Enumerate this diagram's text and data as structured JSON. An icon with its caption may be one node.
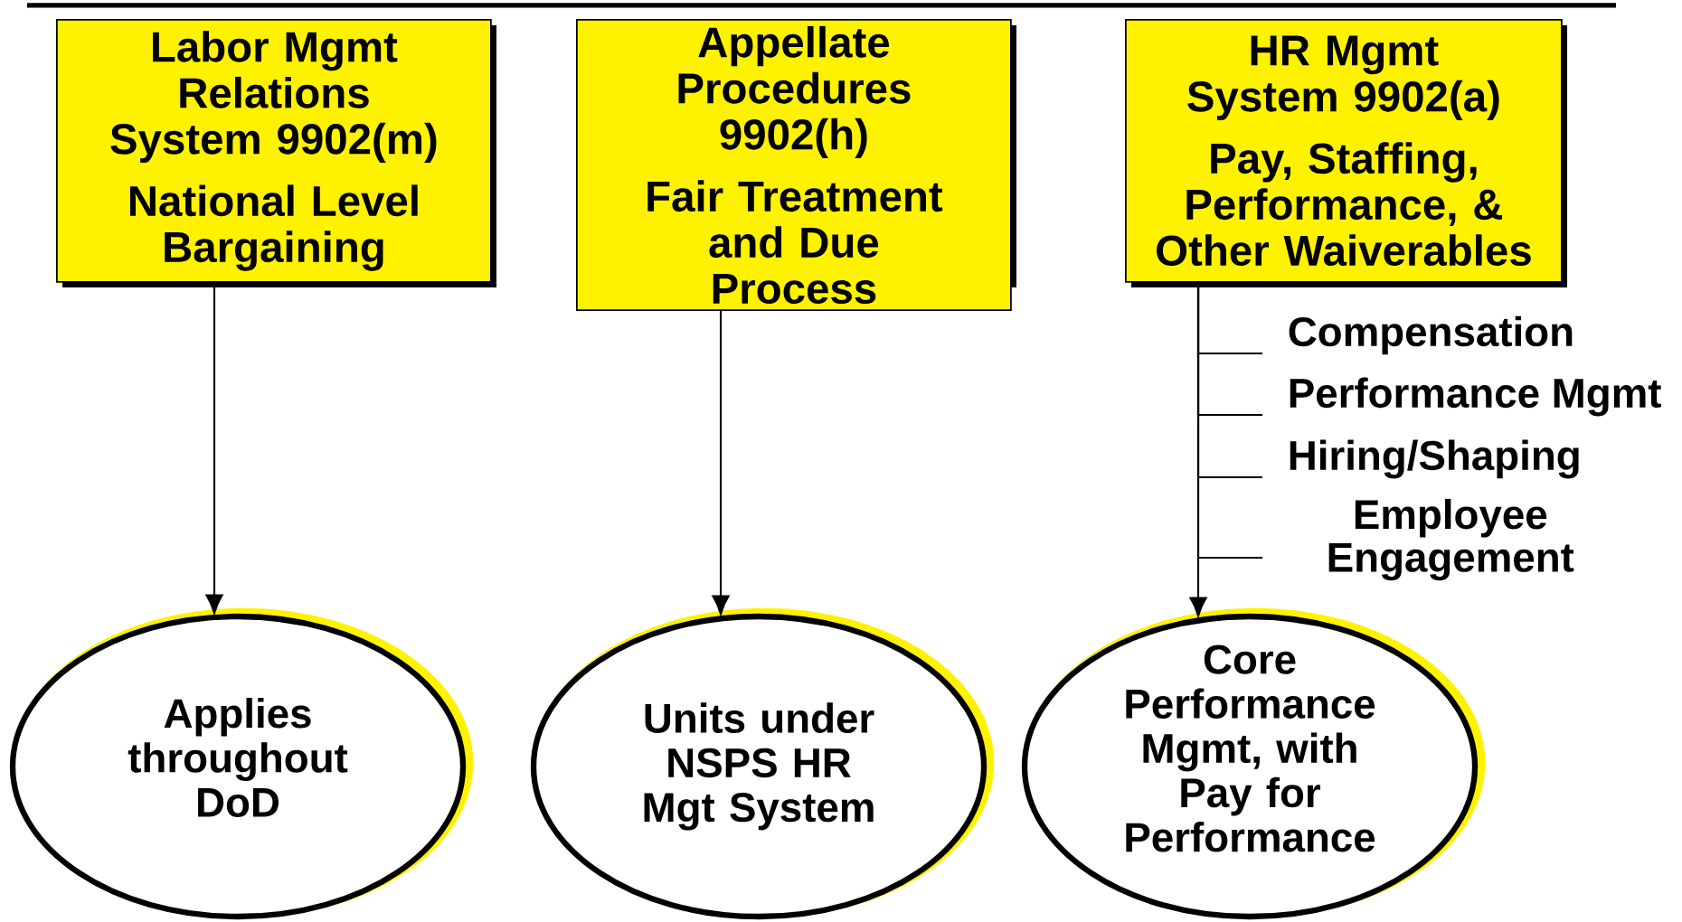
{
  "diagram": {
    "nodes": [
      {
        "text": [
          "Labor Mgmt Relations System 9902(m)",
          "National Level Bargaining"
        ]
      },
      {
        "text": [
          "Appellate Procedures 9902(h)",
          "Fair Treatment and Due Process"
        ]
      },
      {
        "text": [
          "HR Mgmt System 9902(a)",
          "Pay, Staffing, Performance, & Other Waiverables"
        ]
      },
      {
        "text": [
          "Applies throughout DoD"
        ]
      },
      {
        "text": [
          "Units under NSPS HR Mgt System"
        ]
      },
      {
        "text": [
          "Core Performance Mgmt, with Pay for Performance"
        ]
      },
      {
        "text": [
          "Compensation"
        ]
      },
      {
        "text": [
          "Performance Mgmt"
        ]
      },
      {
        "text": [
          "Hiring/Shaping"
        ]
      },
      {
        "text": [
          "Employee Engagement"
        ]
      }
    ],
    "edges": [
      {
        "from": 0,
        "to": 3,
        "arrow": "to"
      },
      {
        "from": 1,
        "to": 4,
        "arrow": "to"
      },
      {
        "from": 2,
        "to": 5,
        "arrow": "to"
      },
      {
        "from": 2,
        "to": 6,
        "arrow": "none"
      },
      {
        "from": 2,
        "to": 7,
        "arrow": "none"
      },
      {
        "from": 2,
        "to": 8,
        "arrow": "none"
      },
      {
        "from": 2,
        "to": 9,
        "arrow": "none"
      }
    ]
  }
}
